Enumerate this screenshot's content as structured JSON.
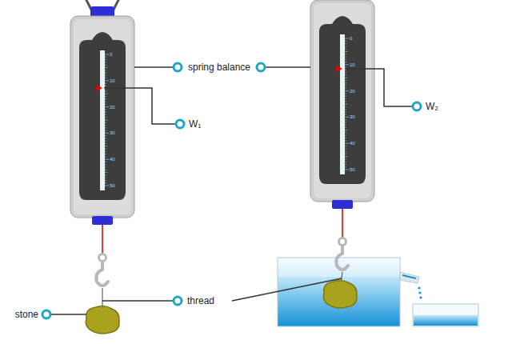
{
  "diagram": {
    "labels": [
      "spring balance",
      "W₁",
      "W₂",
      "stone",
      "thread",
      "0",
      "10",
      "20",
      "30",
      "40",
      "50",
      "0",
      "10",
      "20",
      "30",
      "40",
      "50"
    ]
  }
}
